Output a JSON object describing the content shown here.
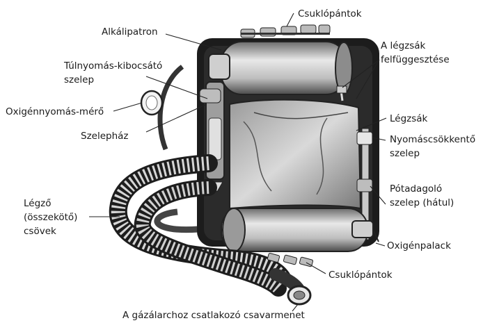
{
  "labels": {
    "csuklopantok_top": "Csuklópántok",
    "alkalipatron": "Alkálipatron",
    "tulnyomas_1": "Túlnyomás-kibocsátó",
    "tulnyomas_2": "szelep",
    "oxigen_nyomasmero": "Oxigénnyomás-mérő",
    "szelephaz": "Szelepház",
    "legzo_1": "Légző",
    "legzo_2": "(összekötő)",
    "legzo_3": "csövek",
    "legzsak_felf_1": "A légzsák",
    "legzsak_felf_2": "felfüggesztése",
    "legzsak": "Légzsák",
    "nyomascsokkento_1": "Nyomáscsökkentő",
    "nyomascsokkento_2": "szelep",
    "potadagolo_1": "Pótadagoló",
    "potadagolo_2": "szelep (hátul)",
    "oxigenpalack": "Oxigénpalack",
    "csuklopantok_bottom": "Csuklópántok",
    "gazalarc": "A gázálarchoz csatlakozó csavarmenet"
  }
}
